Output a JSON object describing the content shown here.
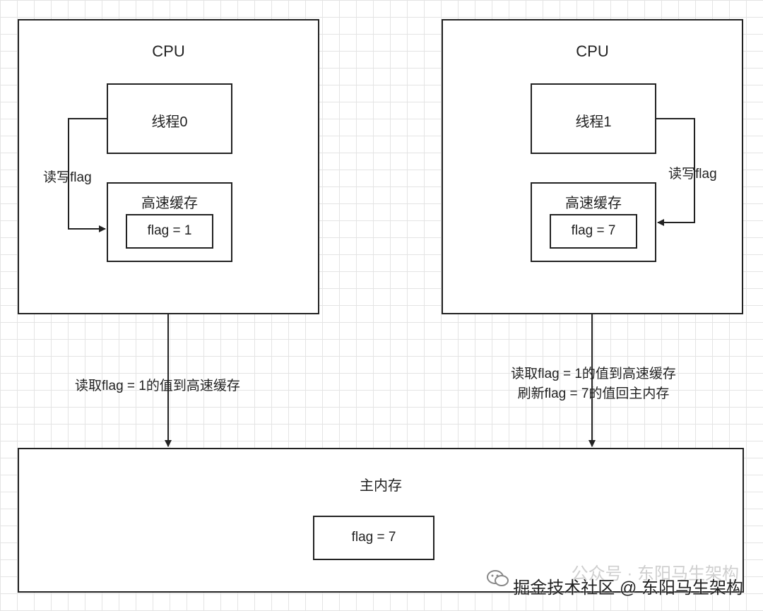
{
  "cpu_left": {
    "title": "CPU",
    "thread": "线程0",
    "cache": {
      "title": "高速缓存",
      "value": "flag = 1"
    },
    "edge_label": "读写flag"
  },
  "cpu_right": {
    "title": "CPU",
    "thread": "线程1",
    "cache": {
      "title": "高速缓存",
      "value": "flag = 7"
    },
    "edge_label": "读写flag"
  },
  "links": {
    "left_to_memory": "读取flag = 1的值到高速缓存",
    "right_to_memory_line1": "读取flag = 1的值到高速缓存",
    "right_to_memory_line2": "刷新flag = 7的值回主内存"
  },
  "main_memory": {
    "title": "主内存",
    "value": "flag = 7"
  },
  "watermark": {
    "ghost": "公众号 · 东阳马生架构",
    "text": "掘金技术社区 @ 东阳马生架构",
    "icon": "wechat-icon"
  },
  "colors": {
    "stroke": "#222222",
    "grid": "#e4e4e4",
    "background": "#ffffff"
  }
}
